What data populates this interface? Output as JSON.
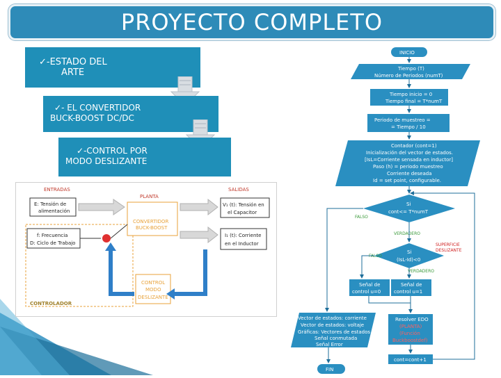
{
  "slide": {
    "title": "PROYECTO COMPLETO"
  },
  "steps": [
    {
      "check": "✓",
      "line1": "-ESTADO DEL",
      "line2": "ARTE"
    },
    {
      "check": "✓",
      "line1": "- EL CONVERTIDOR",
      "line2": "BUCK-BOOST DC/DC"
    },
    {
      "check": "✓",
      "line1": "-CONTROL POR",
      "line2": "MODO DESLIZANTE"
    }
  ],
  "block_diagram": {
    "entradas": "ENTRADAS",
    "planta": "PLANTA",
    "salidas": "SALIDAS",
    "controlador": "CONTROLADOR",
    "input1_l1": "E: Tensión de",
    "input1_l2": "alimentación",
    "input2_l1": "f: Frecuencia",
    "input2_l2": "D: Ciclo de Trabajo",
    "plant_l1": "CONVERTIDOR",
    "plant_l2": "BUCK-BOOST",
    "output1_l1": "V₁ (t): Tensión en",
    "output1_l2": "el Capacitor",
    "output2_l1": "I₁ (t): Corriente",
    "output2_l2": "en el Inductor",
    "ctrl_l1": "CONTROL",
    "ctrl_l2": "MODO",
    "ctrl_l3": "DESLIZANTE"
  },
  "flowchart": {
    "inicio": "INICIO",
    "io1_l1": "Tiempo (T)",
    "io1_l2": "Número de Periodos (numT)",
    "p1_l1": "Tiempo inicio = 0",
    "p1_l2": "Tiempo final = T*numT",
    "p2_l1": "Periodo de muestreo =",
    "p2_l2": "= Tiempo / 10",
    "p3_l1": "Contador (cont=1)",
    "p3_l2": "Inicialización del vector de estados.",
    "p3_l3": "[IsL=Corriente sensada en inductor]",
    "p3_l4": "Paso (h) = periodo muestreo",
    "p3_l5": "Corriente deseada",
    "p3_l6": "Id = set point, configurable.",
    "d1_l1": "Si",
    "d1_l2": "cont<= T*numT",
    "falso": "FALSO",
    "verdadero": "VERDADERO",
    "d2_l1": "Si",
    "d2_l2": "(IsL-Id)<0",
    "superficie_l1": "SUPERFICIE",
    "superficie_l2": "DESLIZANTE",
    "s1_l1": "Señal de",
    "s1_l2": "control u=0",
    "s2_l1": "Señal de",
    "s2_l2": "control u=1",
    "out_l1": "Vector de estados: corriente",
    "out_l2": "Vector de estados: voltaje",
    "out_l3": "Gráficas: Vectores de estados",
    "out_l4": "Señal conmutada",
    "out_l5": "Señal Error",
    "solve_l1": "Resolver EDO",
    "solve_l2": "(PLANTA)",
    "solve_l3": "(Función",
    "solve_l4": "Buckboostdef)",
    "inc": "cont=cont+1",
    "fin": "FIN"
  },
  "colors": {
    "accent": "#2e8bb8",
    "step_box": "#1f8fb8",
    "flow_box": "#2a8fc1",
    "green_label": "#3a9a3a",
    "red_label": "#d02020",
    "orange": "#e8a23a",
    "blue_arrow": "#2f7fc8"
  }
}
